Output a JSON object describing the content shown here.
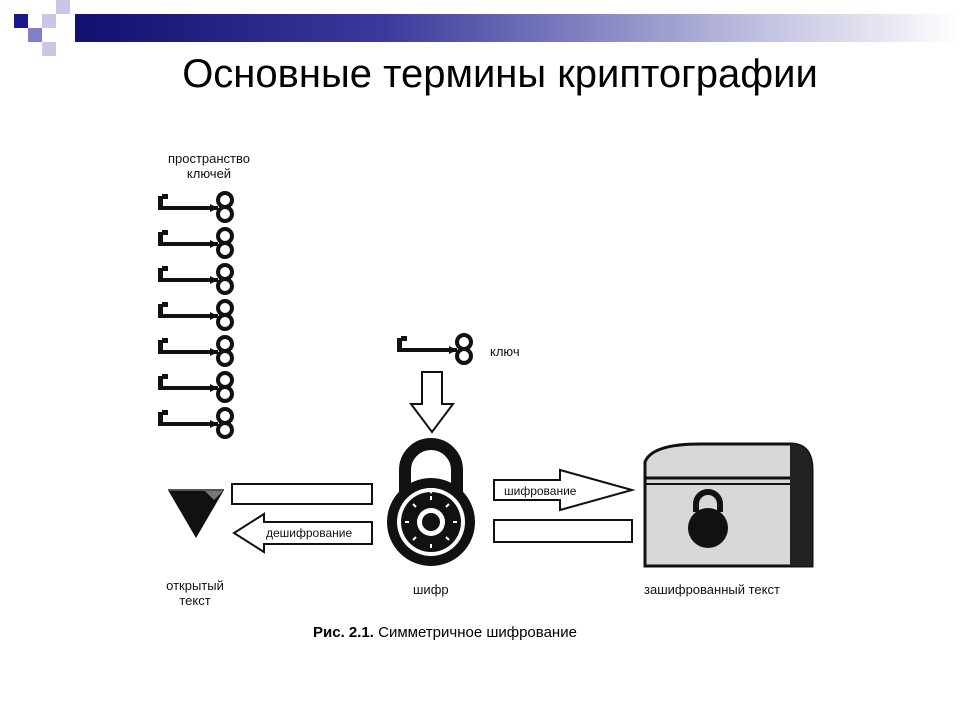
{
  "slide": {
    "title": "Основные термины криптографии",
    "accent_color": "#1a1a8c"
  },
  "diagram": {
    "key_space_label_line1": "пространство",
    "key_space_label_line2": "ключей",
    "key_label": "ключ",
    "encrypt_label": "шифрование",
    "decrypt_label": "дешифрование",
    "plaintext_label_line1": "открытый",
    "plaintext_label_line2": "текст",
    "cipher_label": "шифр",
    "ciphertext_label": "зашифрованный текст",
    "caption_prefix": "Рис. 2.1.",
    "caption_text": "Симметричное шифрование",
    "icons": [
      "key-icon",
      "padlock-icon",
      "chest-icon",
      "diamond-icon",
      "down-arrow-icon"
    ]
  }
}
